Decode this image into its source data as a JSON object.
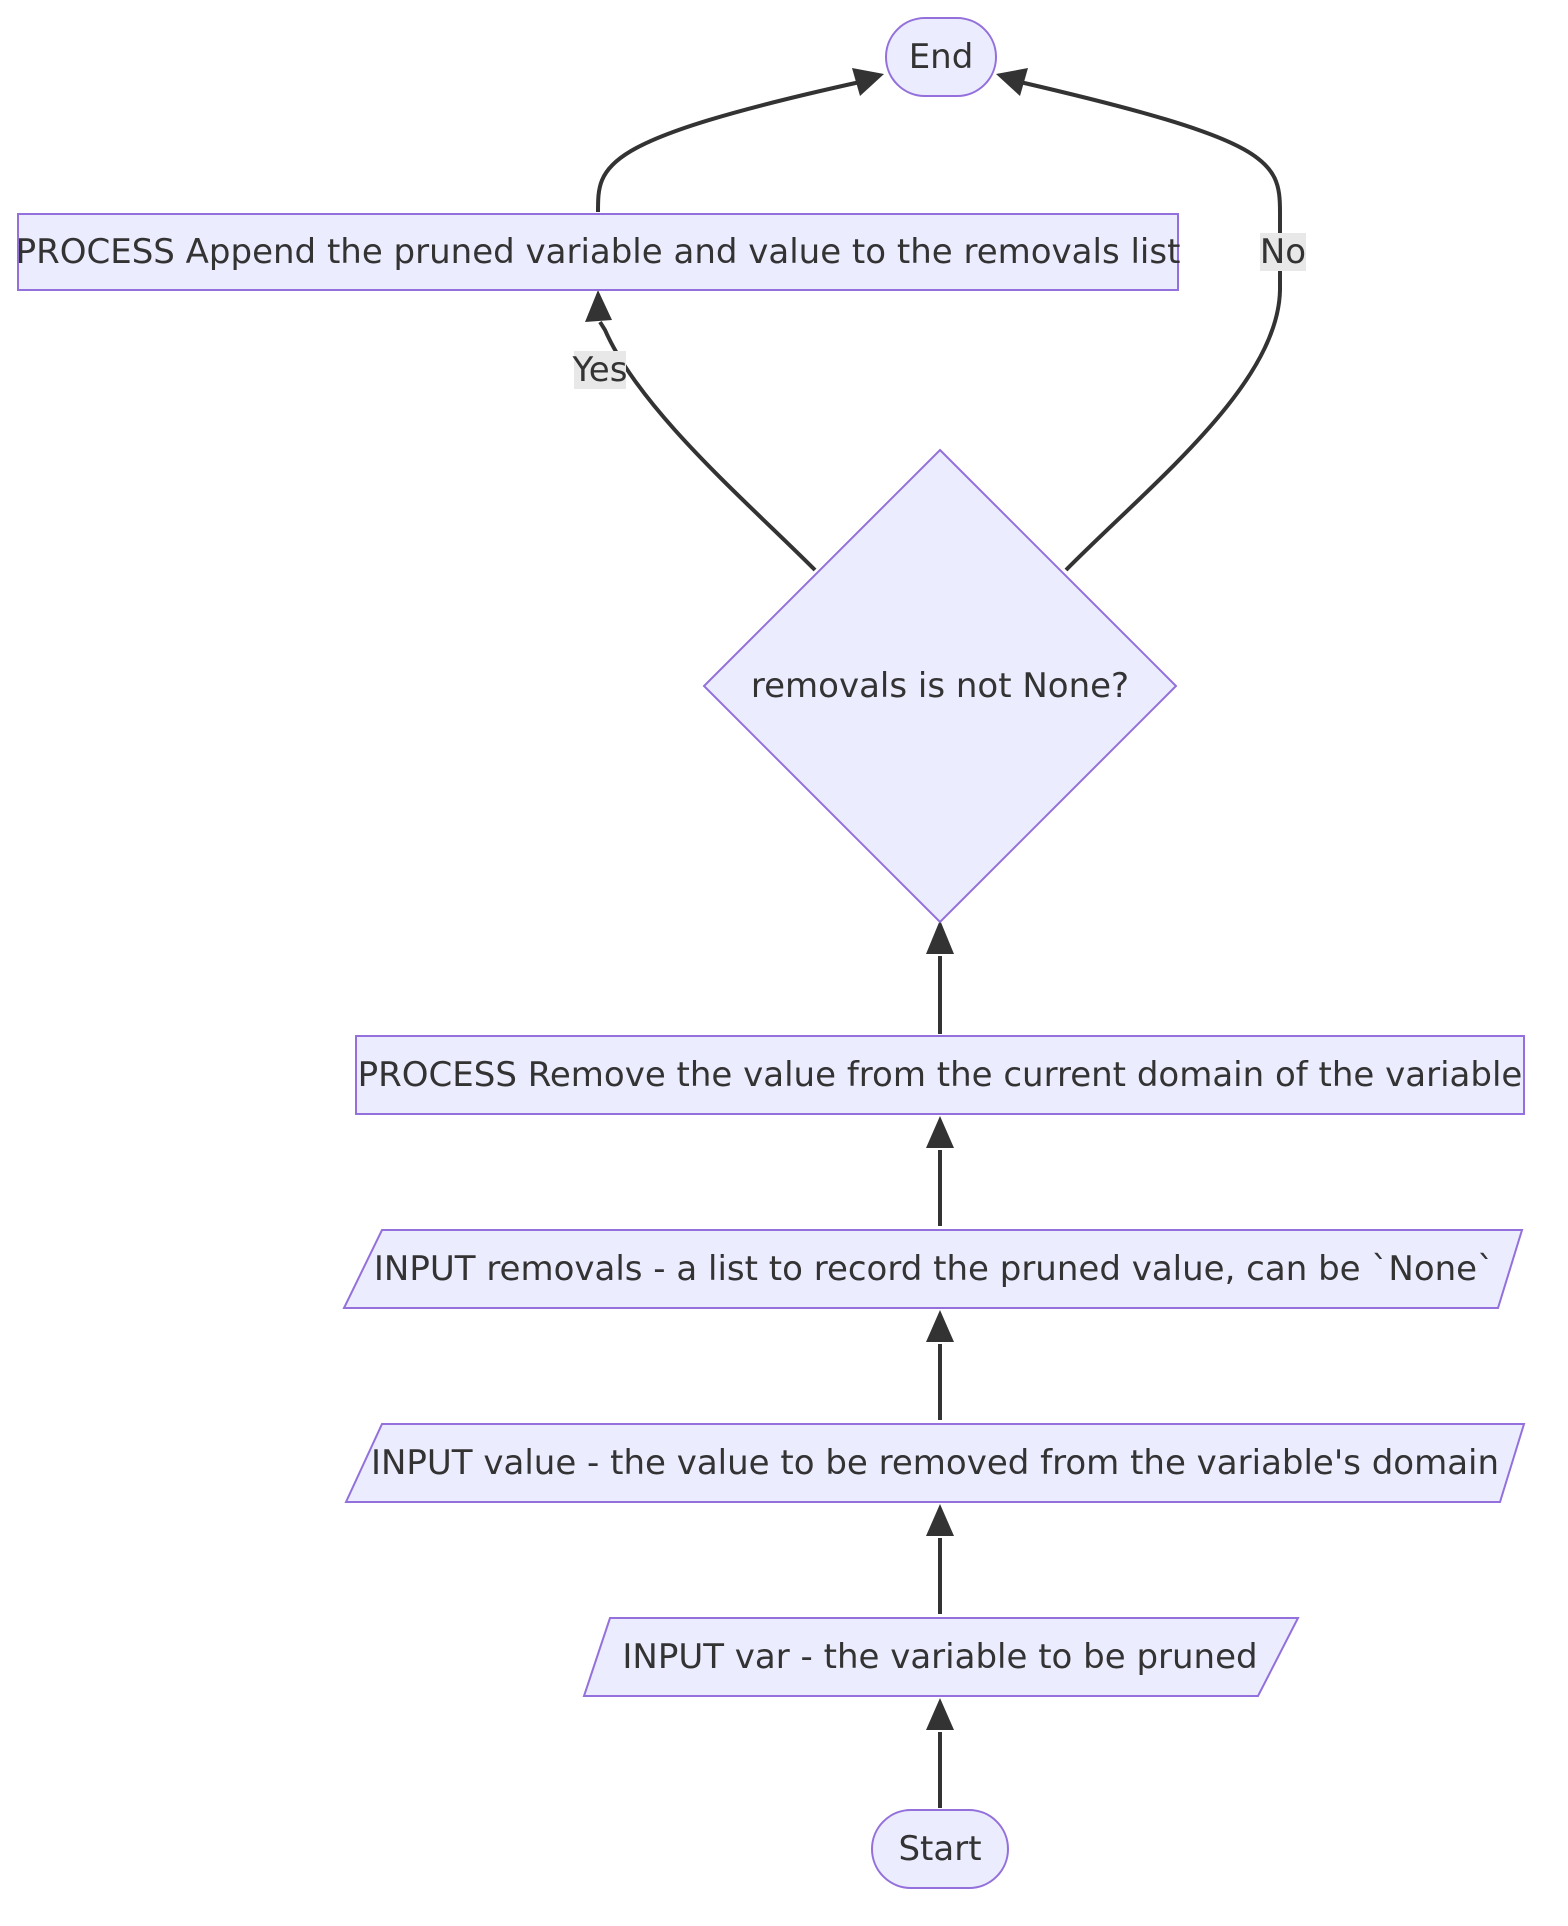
{
  "nodes": {
    "end": "End",
    "append": "PROCESS Append the pruned variable and value to the removals list",
    "decision": "removals is not None?",
    "remove": "PROCESS Remove the value from the current domain of the variable",
    "input_removals": "INPUT removals - a list to record the pruned value, can be `None`",
    "input_value": "INPUT value - the value to be removed from the variable's domain",
    "input_var": "INPUT var - the variable to be pruned",
    "start": "Start"
  },
  "edge_labels": {
    "yes": "Yes",
    "no": "No"
  },
  "colors": {
    "node_fill": "#ECECFF",
    "node_stroke": "#9370DB",
    "edge": "#333333",
    "label_bg": "#e8e8e8",
    "text": "#333333"
  }
}
